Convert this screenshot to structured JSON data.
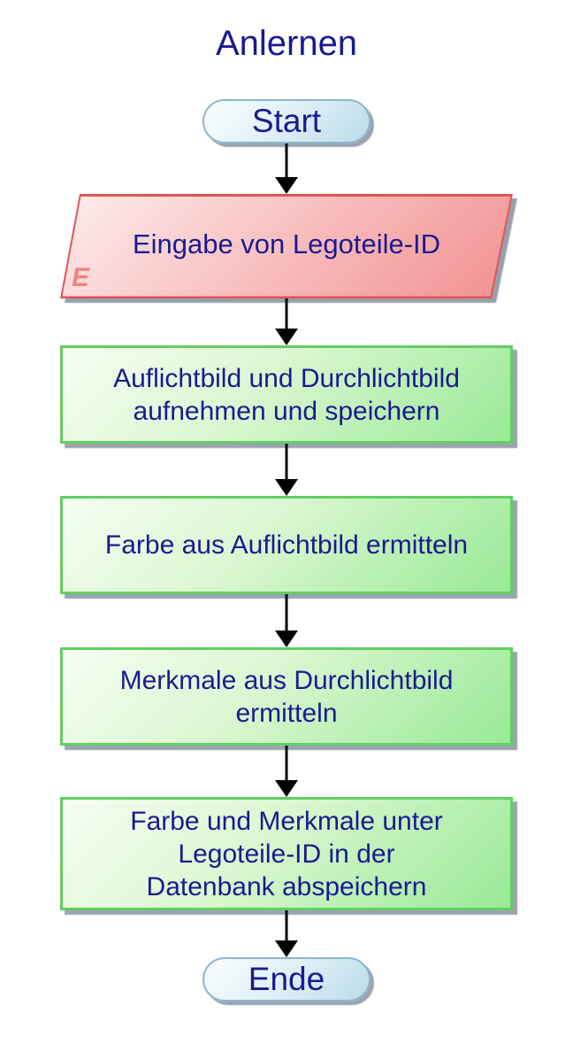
{
  "title": "Anlernen",
  "palette": {
    "text": "#1b1a90",
    "terminator_fill": "#b9dcea",
    "terminator_border": "#8cb6cb",
    "input_fill": "#f19090",
    "input_border": "#e25353",
    "process_fill": "#98e996",
    "process_border": "#62cf62",
    "arrow": "#000000",
    "shadow": "#87919f"
  },
  "nodes": {
    "start": {
      "type": "terminator",
      "label": "Start"
    },
    "input": {
      "type": "input",
      "label": "Eingabe von Legoteile-ID",
      "annotation": "E"
    },
    "processes": [
      {
        "type": "process",
        "label": "Auflichtbild und Durchlichtbild\naufnehmen und speichern"
      },
      {
        "type": "process",
        "label": "Farbe aus Auflichtbild ermitteln"
      },
      {
        "type": "process",
        "label": "Merkmale aus Durchlichtbild\nermitteln"
      },
      {
        "type": "process",
        "label": "Farbe und Merkmale unter\nLegoteile-ID in der\nDatenbank abspeichern"
      }
    ],
    "end": {
      "type": "terminator",
      "label": "Ende"
    }
  }
}
